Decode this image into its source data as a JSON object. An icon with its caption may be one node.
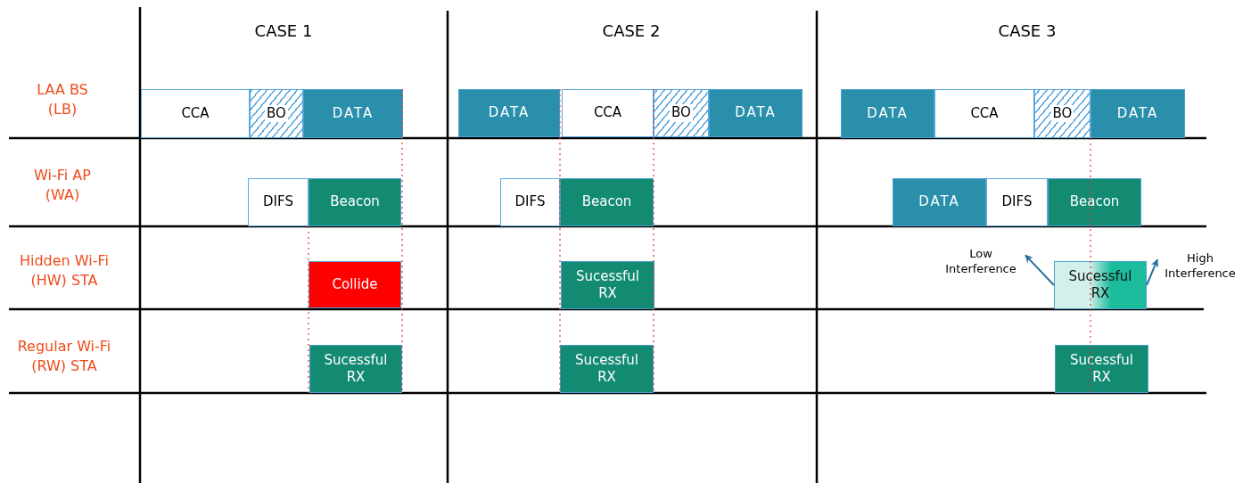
{
  "diagram": {
    "nodes": [
      {
        "text": [
          "CCA"
        ]
      },
      {
        "text": [
          "BO"
        ]
      },
      {
        "text": [
          "DATA"
        ]
      },
      {
        "text": [
          "DIFS"
        ]
      },
      {
        "text": [
          "Beacon"
        ]
      },
      {
        "text": [
          "Collide"
        ]
      },
      {
        "text": [
          "Sucessful RX"
        ]
      },
      {
        "text": [
          "DATA"
        ]
      },
      {
        "text": [
          "CCA"
        ]
      },
      {
        "text": [
          "BO"
        ]
      },
      {
        "text": [
          "DATA"
        ]
      },
      {
        "text": [
          "DIFS"
        ]
      },
      {
        "text": [
          "Beacon"
        ]
      },
      {
        "text": [
          "Sucessful RX"
        ]
      },
      {
        "text": [
          "Sucessful RX"
        ]
      },
      {
        "text": [
          "DATA"
        ]
      },
      {
        "text": [
          "CCA"
        ]
      },
      {
        "text": [
          "BO"
        ]
      },
      {
        "text": [
          "DATA"
        ]
      },
      {
        "text": [
          "DATA"
        ]
      },
      {
        "text": [
          "DIFS"
        ]
      },
      {
        "text": [
          "Beacon"
        ]
      },
      {
        "text": [
          "Low Interference"
        ]
      },
      {
        "text": [
          "Sucessful RX"
        ]
      },
      {
        "text": [
          "High Interference"
        ]
      },
      {
        "text": [
          "Sucessful RX"
        ]
      }
    ],
    "edges": [
      {
        "from": 23,
        "to": 22,
        "arrow": "to"
      },
      {
        "from": 23,
        "to": 24,
        "arrow": "to"
      }
    ],
    "labels": [
      "CASE 1",
      "CASE 2",
      "CASE 3",
      "LAA BS (LB)",
      "Wi-Fi AP (WA)",
      "Hidden Wi-Fi (HW) STA",
      "Regular Wi-Fi (RW) STA"
    ]
  }
}
